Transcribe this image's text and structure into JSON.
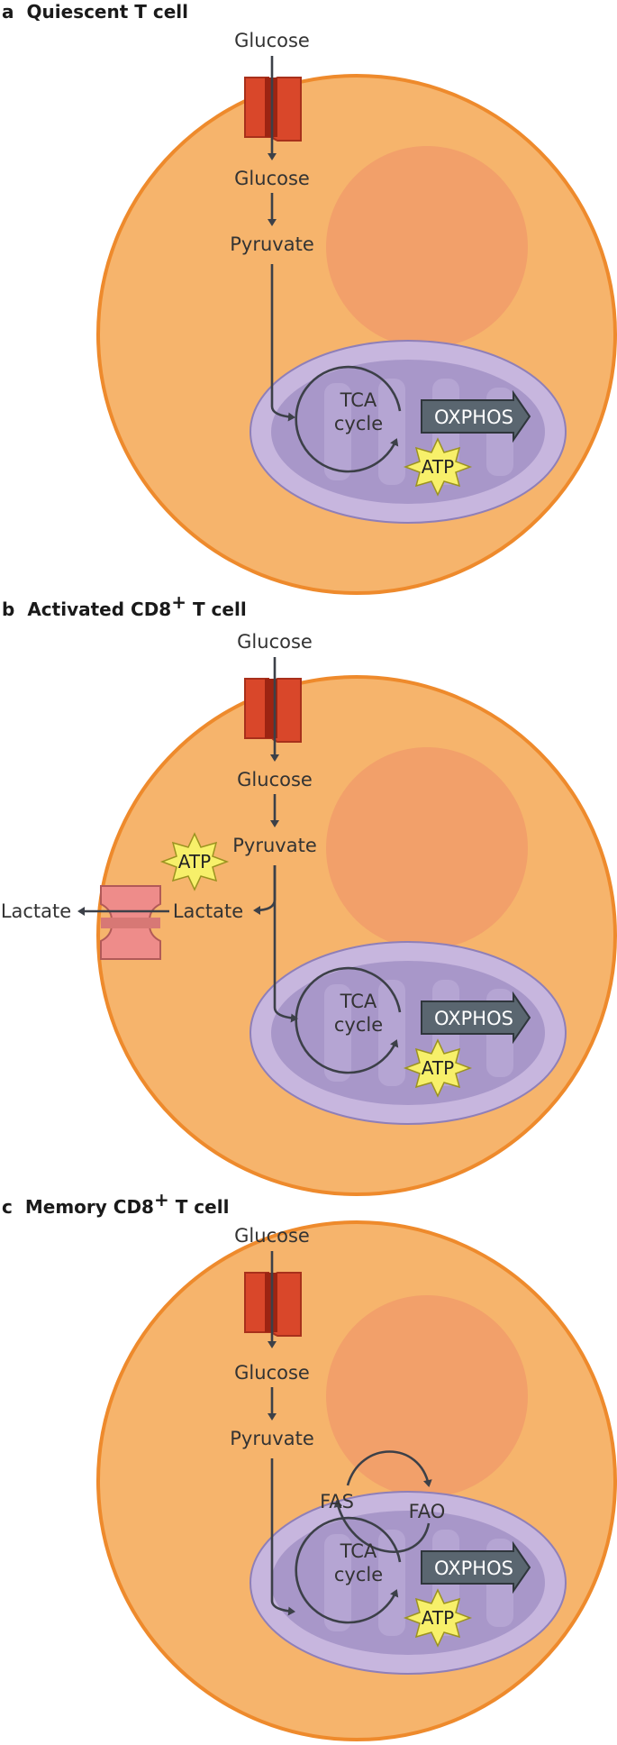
{
  "colors": {
    "cytoplasm": "#f6b46c",
    "membrane": "#ee8a2c",
    "nucleus": "#f2a06a",
    "mito_outer": "#c7b6de",
    "mito_inner": "#a897c9",
    "transporter": "#d9472a",
    "transporter_light": "#ee8c8a",
    "atp": "#f7f06a",
    "oxphos_arrow": "#5a6670",
    "arrow": "#3c4048"
  },
  "panels": [
    {
      "letter": "a",
      "title": "Quiescent T cell",
      "sup": "",
      "title_rest": "",
      "glucose_out": "Glucose",
      "glucose_in": "Glucose",
      "pyruvate": "Pyruvate",
      "tca_line1": "TCA",
      "tca_line2": "cycle",
      "oxphos": "OXPHOS",
      "atp_mito": "ATP"
    },
    {
      "letter": "b",
      "title": "Activated CD8",
      "sup": "+",
      "title_rest": " T cell",
      "glucose_out": "Glucose",
      "glucose_in": "Glucose",
      "pyruvate": "Pyruvate",
      "atp_glycolysis": "ATP",
      "lactate_in": "Lactate",
      "lactate_out": "Lactate",
      "tca_line1": "TCA",
      "tca_line2": "cycle",
      "oxphos": "OXPHOS",
      "atp_mito": "ATP"
    },
    {
      "letter": "c",
      "title": "Memory CD8",
      "sup": "+",
      "title_rest": " T cell",
      "glucose_out": "Glucose",
      "glucose_in": "Glucose",
      "pyruvate": "Pyruvate",
      "fas": "FAS",
      "fao": "FAO",
      "tca_line1": "TCA",
      "tca_line2": "cycle",
      "oxphos": "OXPHOS",
      "atp_mito": "ATP"
    }
  ]
}
